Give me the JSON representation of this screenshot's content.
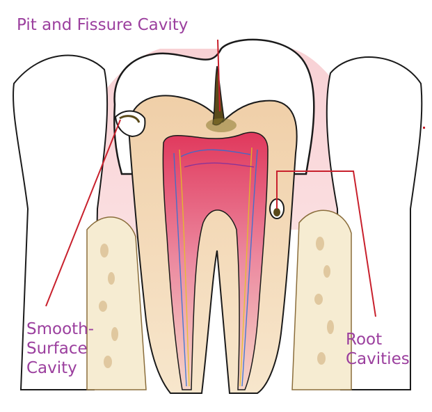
{
  "labels": {
    "pit_fissure": "Pit and Fissure Cavity",
    "smooth_surface": [
      "Smooth-",
      "Surface",
      "Cavity"
    ],
    "root": [
      "Root",
      "Cavities"
    ]
  },
  "colors": {
    "label_text": "#9b3f9e",
    "leader_line": "#c8202c",
    "gum": "#f2b8bd",
    "enamel": "#ffffff",
    "dentin": "#f4dec0",
    "pulp": "#d8365a",
    "bone": "#f6ecd2",
    "decay": "#5a4a1a",
    "outline": "#1a1a1a"
  }
}
